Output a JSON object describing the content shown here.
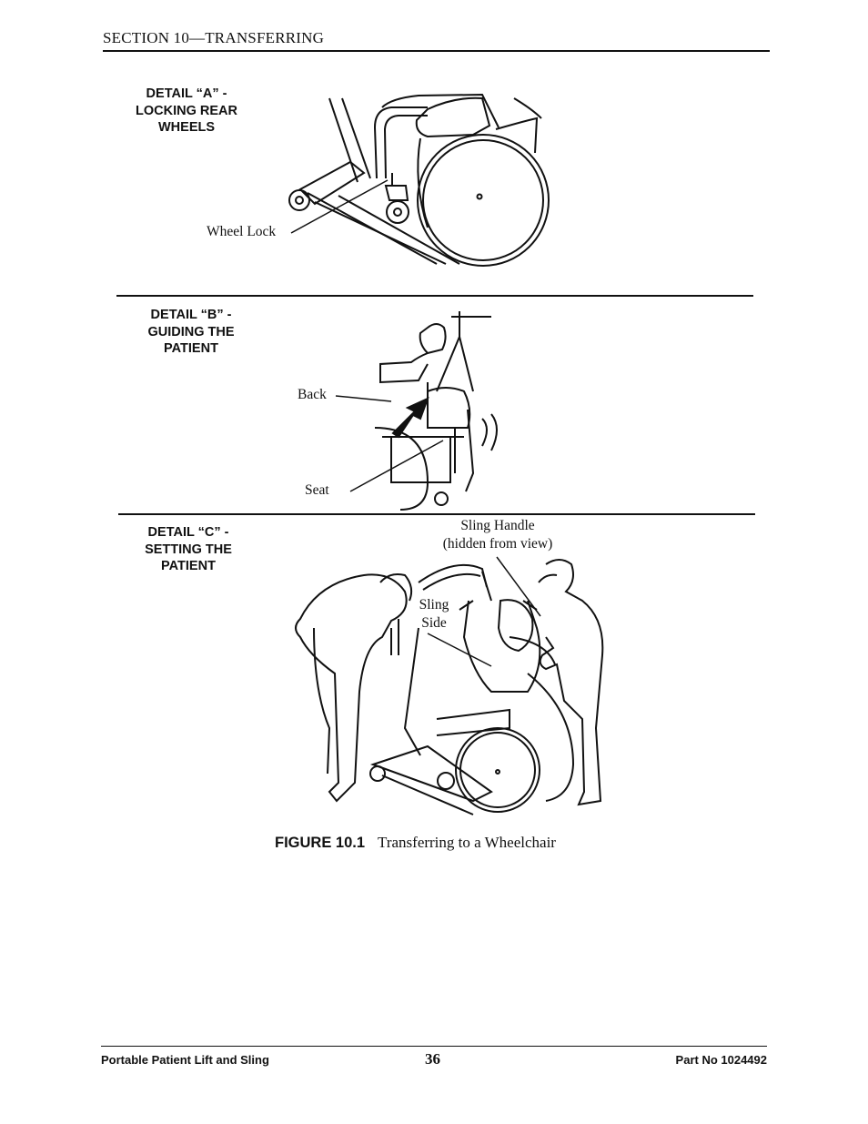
{
  "header": {
    "section": "SECTION 10—TRANSFERRING"
  },
  "details": [
    {
      "title": "DETAIL “A” -\nLOCKING REAR\nWHEELS"
    },
    {
      "title": "DETAIL “B” -\nGUIDING THE\nPATIENT"
    },
    {
      "title": "DETAIL “C” -\nSETTING THE\nPATIENT"
    }
  ],
  "callouts": {
    "wheel_lock": "Wheel Lock",
    "back": "Back",
    "seat": "Seat",
    "sling_handle_line1": "Sling Handle",
    "sling_handle_line2": "(hidden from view)",
    "sling_side_line1": "Sling",
    "sling_side_line2": "Side"
  },
  "figure": {
    "number": "FIGURE 10.1",
    "caption": "Transferring to a Wheelchair"
  },
  "footer": {
    "left": "Portable Patient Lift and Sling",
    "page": "36",
    "right": "Part No 1024492"
  }
}
